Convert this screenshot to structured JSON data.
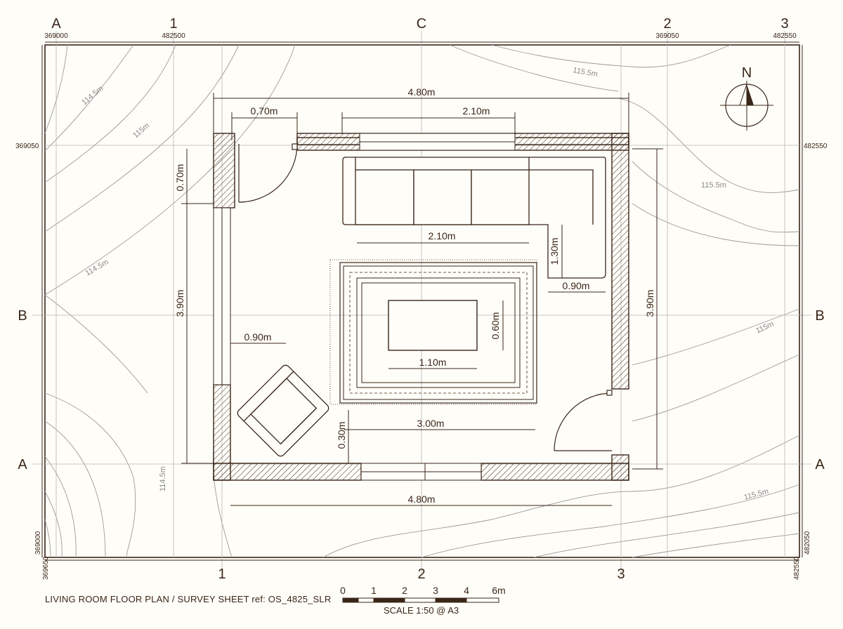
{
  "sheet": {
    "title": "LIVING ROOM FLOOR PLAN / SURVEY SHEET ref: OS_4825_SLR",
    "scale_text": "SCALE 1:50 @ A3",
    "scale_ticks": [
      "0",
      "1",
      "2",
      "3",
      "4",
      "6m"
    ]
  },
  "grid": {
    "top_labels": [
      "A",
      "1",
      "C",
      "2",
      "3"
    ],
    "top_coords": [
      "369000",
      "482500",
      "369050",
      "482550"
    ],
    "bottom_labels": [
      "1",
      "2",
      "3"
    ],
    "side_labels_left": [
      "B",
      "A"
    ],
    "side_labels_right": [
      "B",
      "A"
    ],
    "left_coords": [
      "369050",
      "369000",
      "369650"
    ],
    "right_coords": [
      "482550",
      "482050",
      "482550"
    ]
  },
  "north": {
    "label": "N"
  },
  "contours": {
    "labels": [
      "114.5m",
      "115m",
      "114.5m",
      "114.5m",
      "115.5m",
      "115.5m",
      "115m",
      "115.5m"
    ]
  },
  "dimensions": {
    "overall_top": "4.80m",
    "door_top": "0.70m",
    "window_top": "2.10m",
    "door_left": "0.70m",
    "left_height": "3.90m",
    "right_height": "3.90m",
    "sofa_length": "2.10m",
    "sofa_return_depth": "1.30m",
    "sofa_return_width": "0.90m",
    "table_width": "1.10m",
    "table_depth": "0.60m",
    "rug_width": "3.00m",
    "rug_offset": "0.30m",
    "armchair": "0.90m",
    "overall_bottom": "4.80m"
  },
  "colors": {
    "ink": "#3a2618",
    "contour": "#9a9a9a",
    "paper": "#fffdf8"
  }
}
